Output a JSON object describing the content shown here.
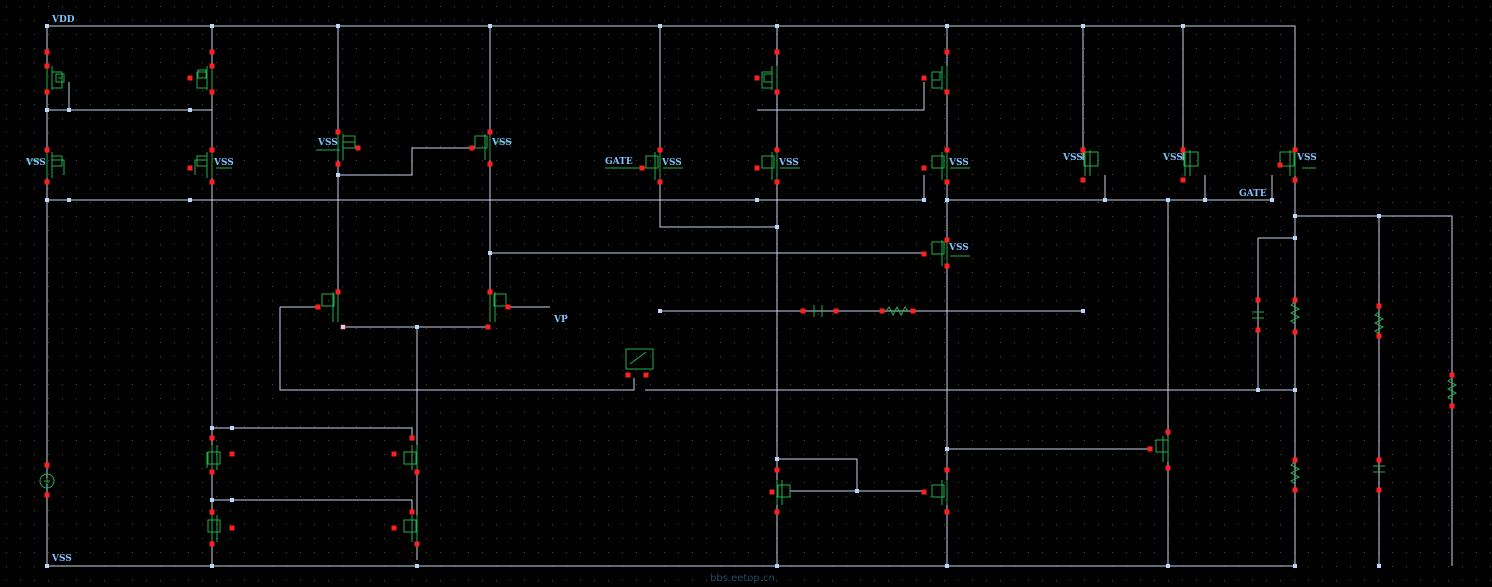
{
  "schematic": {
    "net_labels": {
      "vdd": "VDD",
      "vss_bottom": "VSS",
      "gate_left": "GATE",
      "gate_right": "GATE",
      "vp": "VP",
      "vss": "VSS"
    },
    "watermark": "bbs.eetop.cn"
  },
  "colors": {
    "background": "#000000",
    "wire": "#c8d4ea",
    "device": "#1fb14a",
    "pin": "#ff1f1f",
    "label": "#7fc4ff"
  }
}
